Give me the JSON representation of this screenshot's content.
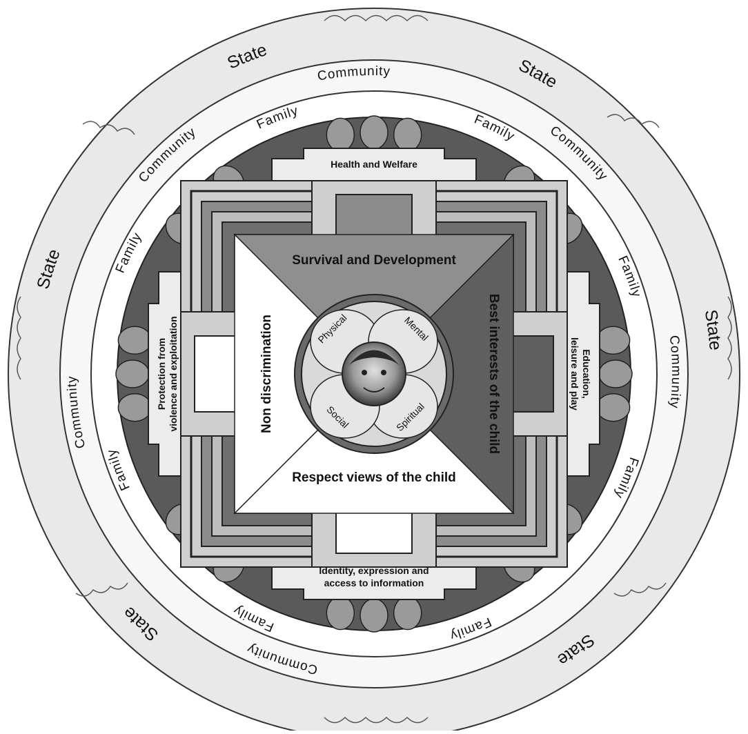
{
  "mandala": {
    "outer_ring": {
      "labels": [
        "State",
        "State",
        "State",
        "State",
        "State",
        "State"
      ],
      "color": "#e9e9e9"
    },
    "community_ring": {
      "labels": [
        "Community",
        "Community",
        "Community",
        "Community",
        "Community",
        "Community"
      ],
      "color": "#f7f7f7"
    },
    "family_ring": {
      "labels": [
        "Family",
        "Family",
        "Family",
        "Family",
        "Family",
        "Family",
        "Family",
        "Family"
      ],
      "color": "#ffffff"
    },
    "gates": {
      "top": "Health and Welfare",
      "right": [
        "Education,",
        "leisure and play"
      ],
      "bottom": [
        "Identity, expression and",
        "access to information"
      ],
      "left": [
        "Protection from",
        "violence and exploitation"
      ]
    },
    "principles": {
      "top": "Survival and Development",
      "right": "Best interests of the child",
      "bottom": "Respect views of the child",
      "left": "Non discrimination"
    },
    "petals": [
      "Physical",
      "Mental",
      "Spiritual",
      "Social"
    ],
    "center_icon": "child-face-photo",
    "colors": {
      "dark_band": "#5a5a5a",
      "mid_gray": "#8c8c8c",
      "light_gray": "#cfcfcf",
      "top_triangle": "#8f8f8f",
      "right_triangle": "#5f5f5f"
    }
  }
}
